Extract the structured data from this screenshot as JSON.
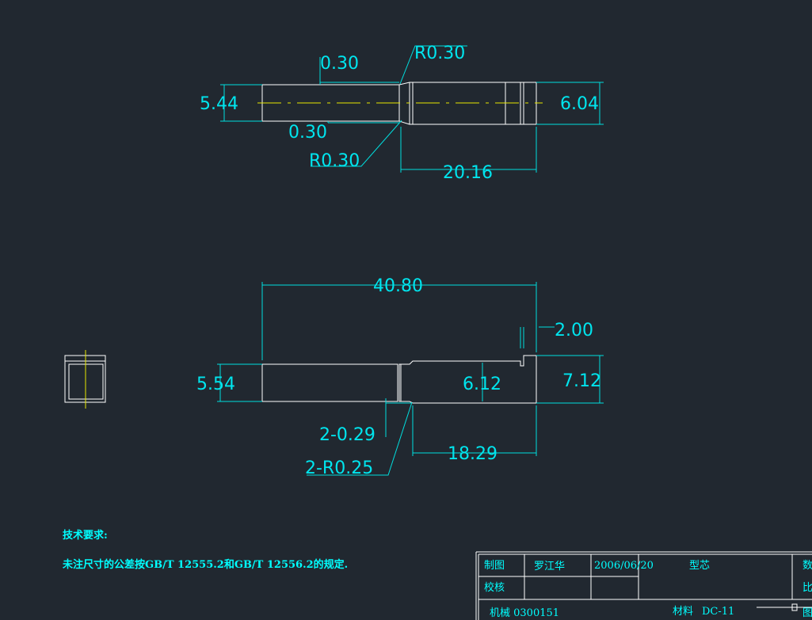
{
  "top_view": {
    "dims": {
      "chamfer_top": "0.30",
      "radius_top": "R0.30",
      "height_left": "5.44",
      "height_right": "6.04",
      "chamfer_bottom": "0.30",
      "radius_bottom": "R0.30",
      "length_right": "20.16"
    }
  },
  "front_view": {
    "dims": {
      "total_length": "40.80",
      "step": "2.00",
      "height_left": "5.54",
      "height_mid": "6.12",
      "height_right": "7.12",
      "chamfer": "2-0.29",
      "radius": "2-R0.25",
      "length_right": "18.29"
    }
  },
  "notes": {
    "title": "技术要求:",
    "line1": "未注尺寸的公差按GB/T 12555.2和GB/T 12556.2的规定."
  },
  "title_block": {
    "drawn_label": "制图",
    "drawer": "罗江华",
    "date": "2006/06/20",
    "part_name": "型芯",
    "qty_label": "数",
    "check_label": "校核",
    "scale_label": "比",
    "class_info": "机械  0300151",
    "material_label": "材料",
    "material": "DC-11",
    "drawing_label": "图"
  }
}
